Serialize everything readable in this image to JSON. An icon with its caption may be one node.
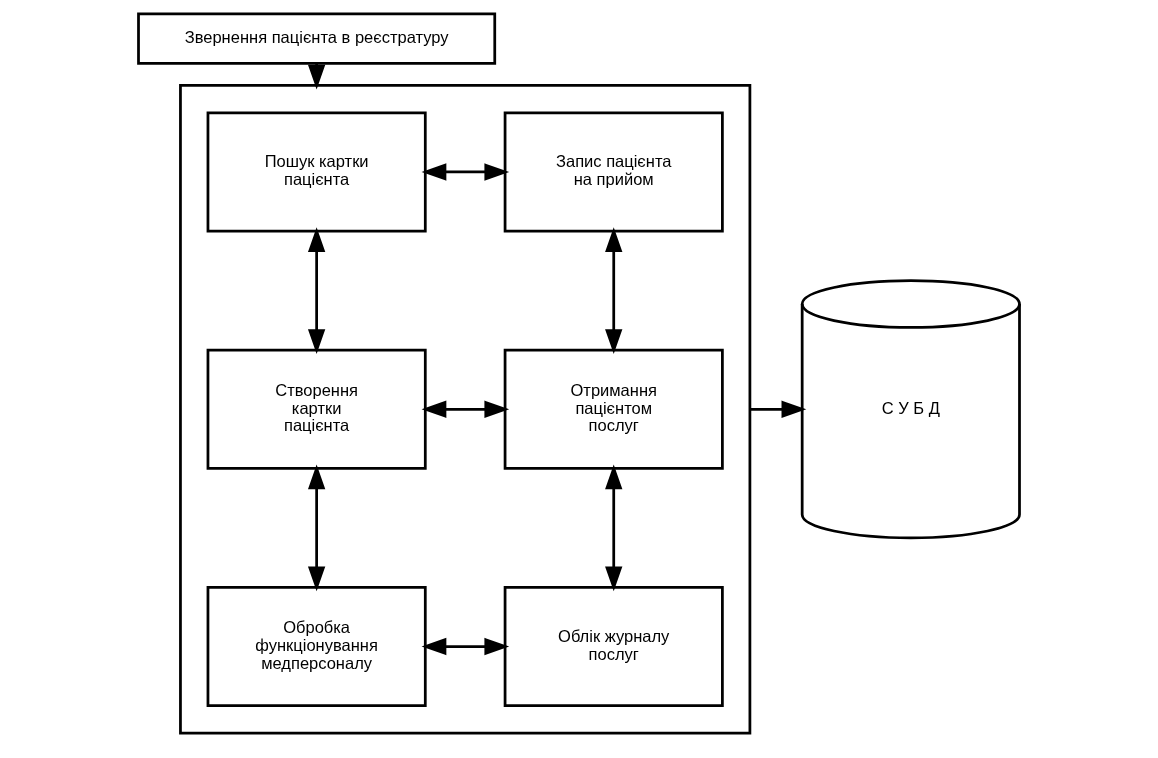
{
  "diagram": {
    "nodes": [
      {
        "text": [
          "Звернення пацієнта в реєстратуру"
        ]
      },
      {
        "text": [],
        "shape": "box"
      },
      {
        "text": [
          "Пошук картки пацієнта"
        ],
        "in": 1
      },
      {
        "text": [
          "Запис пацієнта на прийом"
        ],
        "in": 1
      },
      {
        "text": [
          "Створення картки пацієнта"
        ],
        "in": 1
      },
      {
        "text": [
          "Отримання пацієнтом послуг"
        ],
        "in": 1
      },
      {
        "text": [
          "Обробка функціонування медперсоналу"
        ],
        "in": 1
      },
      {
        "text": [
          "Облік журналу послуг"
        ],
        "in": 1
      },
      {
        "text": [
          "С У Б Д"
        ]
      }
    ],
    "edges": [
      {
        "from": 0,
        "to": 1,
        "arrow": "to"
      },
      {
        "from": 2,
        "to": 3,
        "arrow": "both"
      },
      {
        "from": 2,
        "to": 4,
        "arrow": "both"
      },
      {
        "from": 3,
        "to": 5,
        "arrow": "both"
      },
      {
        "from": 4,
        "to": 5,
        "arrow": "both"
      },
      {
        "from": 4,
        "to": 6,
        "arrow": "both"
      },
      {
        "from": 5,
        "to": 7,
        "arrow": "both"
      },
      {
        "from": 6,
        "to": 7,
        "arrow": "both"
      },
      {
        "from": 1,
        "to": 8,
        "arrow": "to"
      }
    ]
  }
}
